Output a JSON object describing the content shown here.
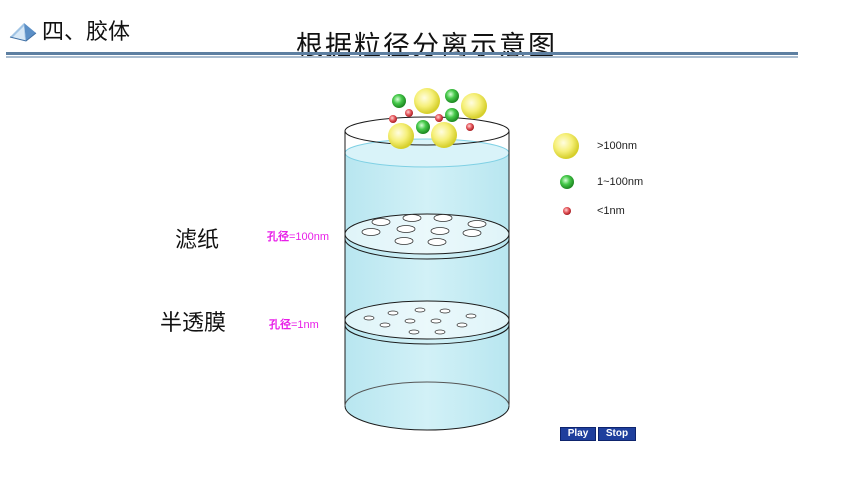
{
  "header": {
    "section_title": "四、胶体",
    "icon": "book-icon"
  },
  "title": "根据粒径分离示意图",
  "labels": {
    "filter_paper": "滤纸",
    "semipermeable": "半透膜"
  },
  "pores": {
    "filter": {
      "key": "孔径",
      "value": "=100nm"
    },
    "membrane": {
      "key": "孔径",
      "value": "=1nm"
    }
  },
  "legend": {
    "large": ">100nm",
    "medium": "1~100nm",
    "small": "<1nm"
  },
  "controls": {
    "play": "Play",
    "stop": "Stop"
  },
  "colors": {
    "water": "#c6ecf4",
    "large_particle": "#f4ee6a",
    "medium_particle": "#35c23a",
    "small_particle": "#e5575c",
    "pore_label": "#e81ee8",
    "rule": "#5d7fa1",
    "button": "#1f3f9d"
  }
}
